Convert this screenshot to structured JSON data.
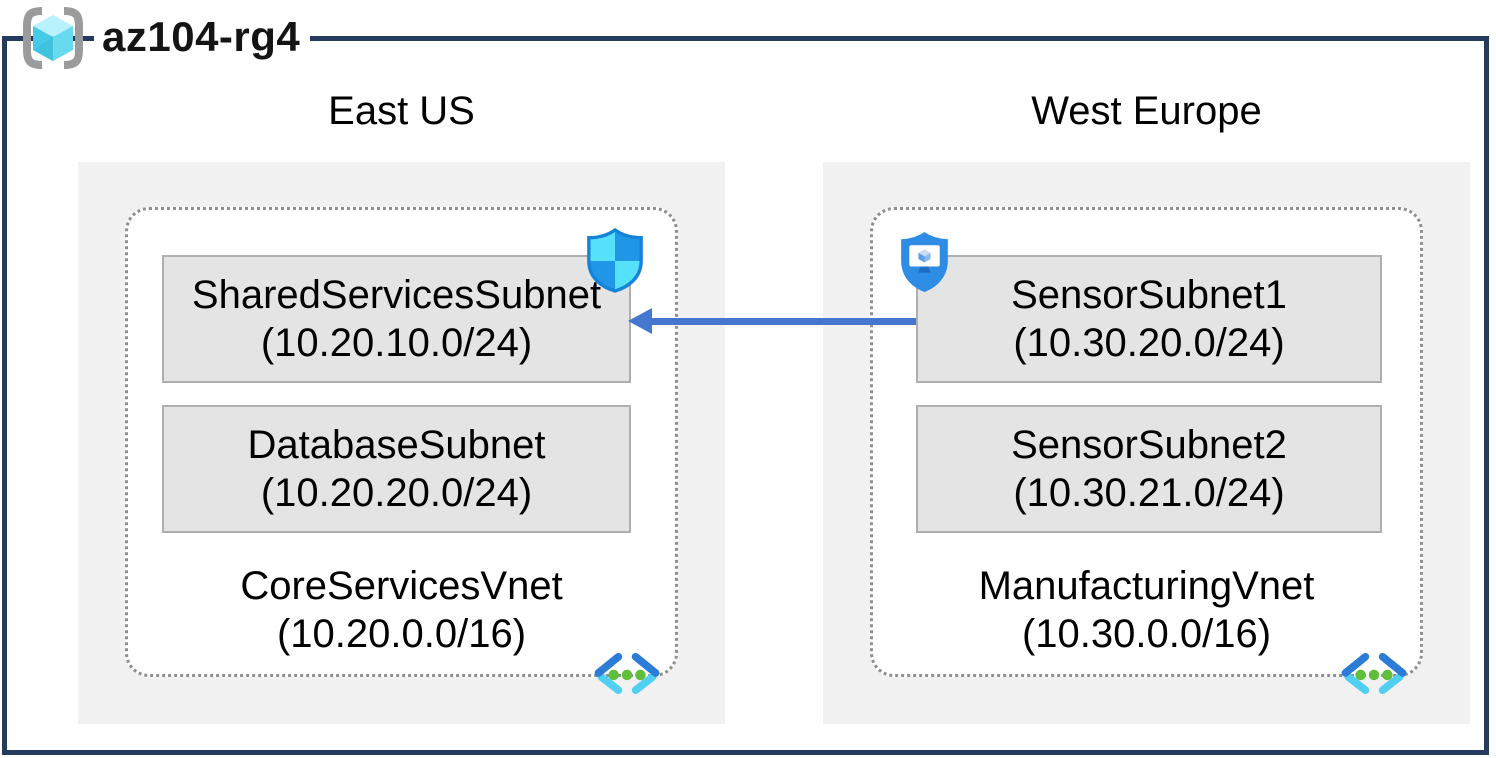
{
  "diagram": {
    "title": "az104-rg4",
    "title_icon": "resource-group-icon"
  },
  "regions": [
    {
      "name": "East US",
      "vnet": {
        "name": "CoreServicesVnet",
        "cidr": "(10.20.0.0/16)",
        "icon": "virtual-network-icon"
      },
      "subnets": [
        {
          "name": "SharedServicesSubnet",
          "cidr": "(10.20.10.0/24)",
          "badge_icon": "network-security-group-icon"
        },
        {
          "name": "DatabaseSubnet",
          "cidr": "(10.20.20.0/24)"
        }
      ]
    },
    {
      "name": "West Europe",
      "vnet": {
        "name": "ManufacturingVnet",
        "cidr": "(10.30.0.0/16)",
        "icon": "virtual-network-icon"
      },
      "subnets": [
        {
          "name": "SensorSubnet1",
          "cidr": "(10.30.20.0/24)",
          "badge_icon": "application-security-group-icon"
        },
        {
          "name": "SensorSubnet2",
          "cidr": "(10.30.21.0/24)"
        }
      ]
    }
  ],
  "connection": {
    "from_subnet": "SensorSubnet1",
    "to_subnet": "SharedServicesSubnet",
    "direction": "right-to-left",
    "color": "#4577d1"
  },
  "colors": {
    "frame": "#243a5e",
    "region_fill": "#f1f1f1",
    "subnet_fill": "#e4e4e4",
    "subnet_border": "#afafaf",
    "vnet_dotted_border": "#8f8f8f",
    "arrow": "#4577d1",
    "nsg_cyan": "#55e1f9",
    "nsg_blue": "#1f97e6",
    "nsg_outline": "#1583d8",
    "asg_blue": "#2f8ce4",
    "vnet_icon_blue": "#2b7cd6",
    "vnet_icon_cyan": "#50cff2",
    "vnet_icon_green": "#5fbe3a",
    "rg_bracket_gray": "#9b9b9b",
    "rg_cube_top": "#b7f2fd",
    "rg_cube_left": "#45cbe6",
    "rg_cube_right": "#67daf0"
  }
}
